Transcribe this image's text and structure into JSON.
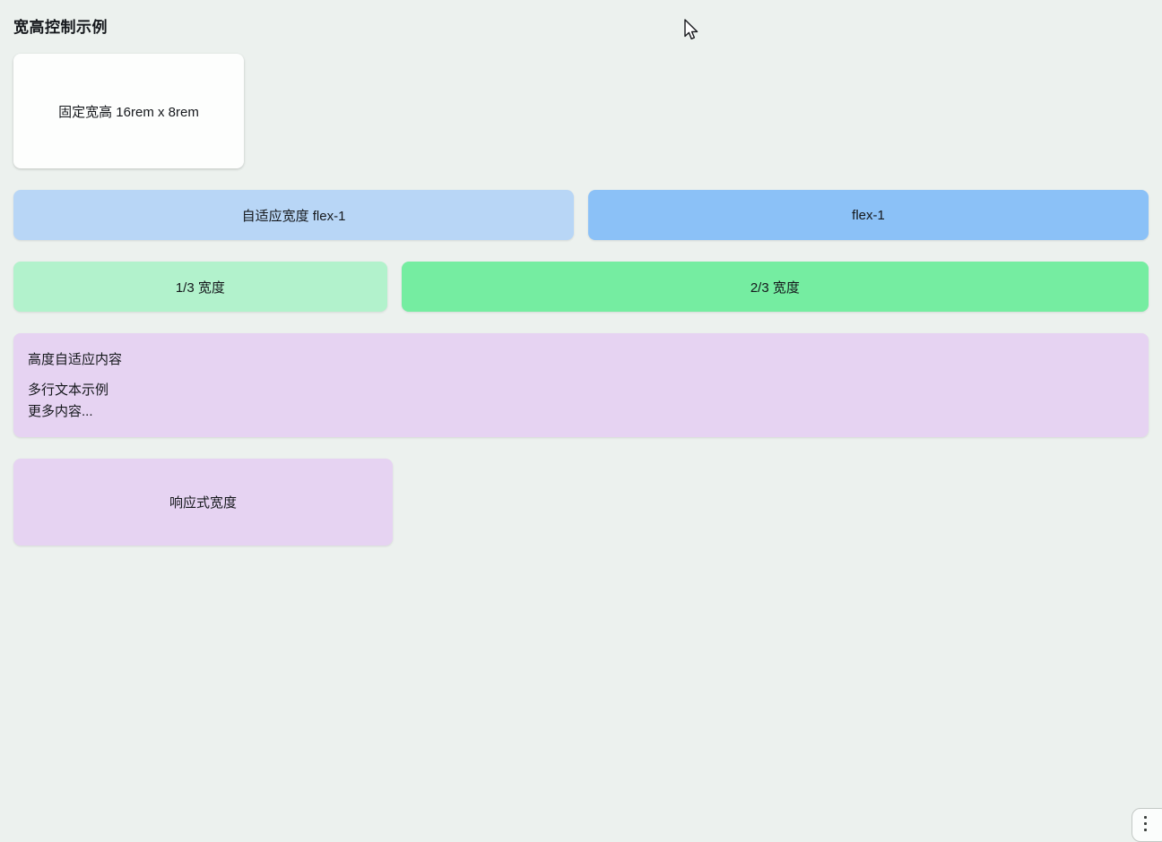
{
  "page": {
    "title": "宽高控制示例",
    "background": "#ecf1ee",
    "text_color": "#15181c"
  },
  "boxes": {
    "fixed": {
      "label": "固定宽高 16rem x 8rem",
      "bg": "#fdfefd"
    },
    "flex_row": [
      {
        "label": "自适应宽度 flex-1",
        "bg": "#b8d6f6"
      },
      {
        "label": "flex-1",
        "bg": "#8bc1f7"
      }
    ],
    "thirds_row": [
      {
        "label": "1/3 宽度",
        "bg": "#b2f2cc"
      },
      {
        "label": "2/3 宽度",
        "bg": "#75eda1"
      }
    ],
    "auto_height": {
      "bg": "#e6d3f2",
      "heading": "高度自适应内容",
      "line1": "多行文本示例",
      "line2": "更多内容..."
    },
    "responsive": {
      "label": "响应式宽度",
      "bg": "#e6d3f2"
    }
  },
  "floating_widget": {
    "icon": "vertical-ellipsis"
  }
}
